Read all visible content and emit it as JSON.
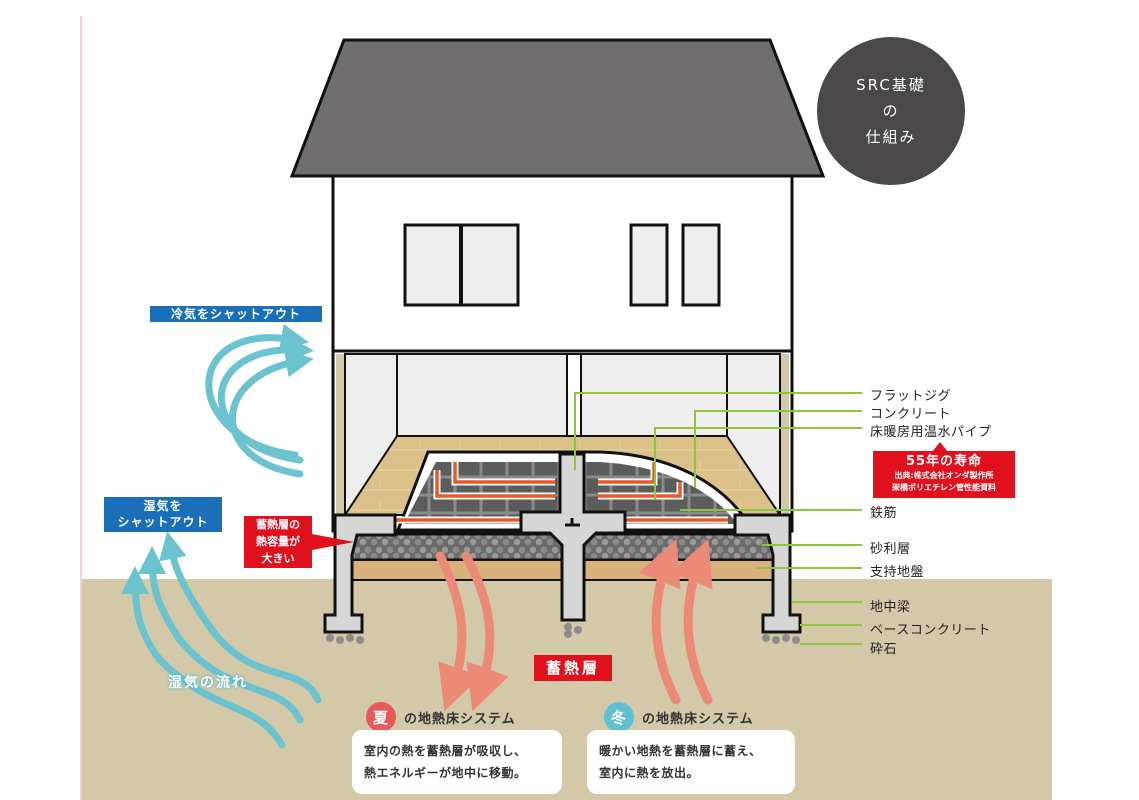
{
  "title_badge": {
    "line1": "SRC基礎",
    "line2": "の",
    "line3": "仕組み"
  },
  "left_labels": {
    "cold_air": "冷気をシャットアウト",
    "humidity_line1": "湿気を",
    "humidity_line2": "シャットアウト",
    "humidity_flow": "湿気の流れ"
  },
  "heat_capacity_callout": {
    "line1": "蓄熱層の",
    "line2": "熱容量が",
    "line3": "大きい"
  },
  "heat_layer_label": "蓄熱層",
  "component_labels": [
    "フラットジグ",
    "コンクリート",
    "床暖房用温水パイプ",
    "鉄筋",
    "砂利層",
    "支持地盤",
    "地中梁",
    "ベースコンクリート",
    "砕石"
  ],
  "pipe_callout": {
    "headline": "55年の寿命",
    "source_line1": "出典:株式会社オンダ製作所",
    "source_line2": "架橋ポリエチレン管性能資料"
  },
  "summer_system": {
    "season": "夏",
    "title": "の地熱床システム",
    "line1": "室内の熱を蓄熱層が吸収し、",
    "line2": "熱エネルギーが地中に移動。"
  },
  "winter_system": {
    "season": "冬",
    "title": "の地熱床システム",
    "line1": "暖かい地熱を蓄熱層に蓄え、",
    "line2": "室内に熱を放出。"
  },
  "colors": {
    "ground": "#d3c8a8",
    "roof": "#706e6f",
    "badge": "#4a4848",
    "blue_label": "#1a6fb8",
    "red_label": "#e0101c",
    "air_arrow": "#6bc3cf",
    "heat_arrow": "#ec8a78",
    "pipe": "#e8582a",
    "leader": "#8cc63e",
    "summer": "#e85a5a",
    "winter": "#5fc1d0"
  }
}
